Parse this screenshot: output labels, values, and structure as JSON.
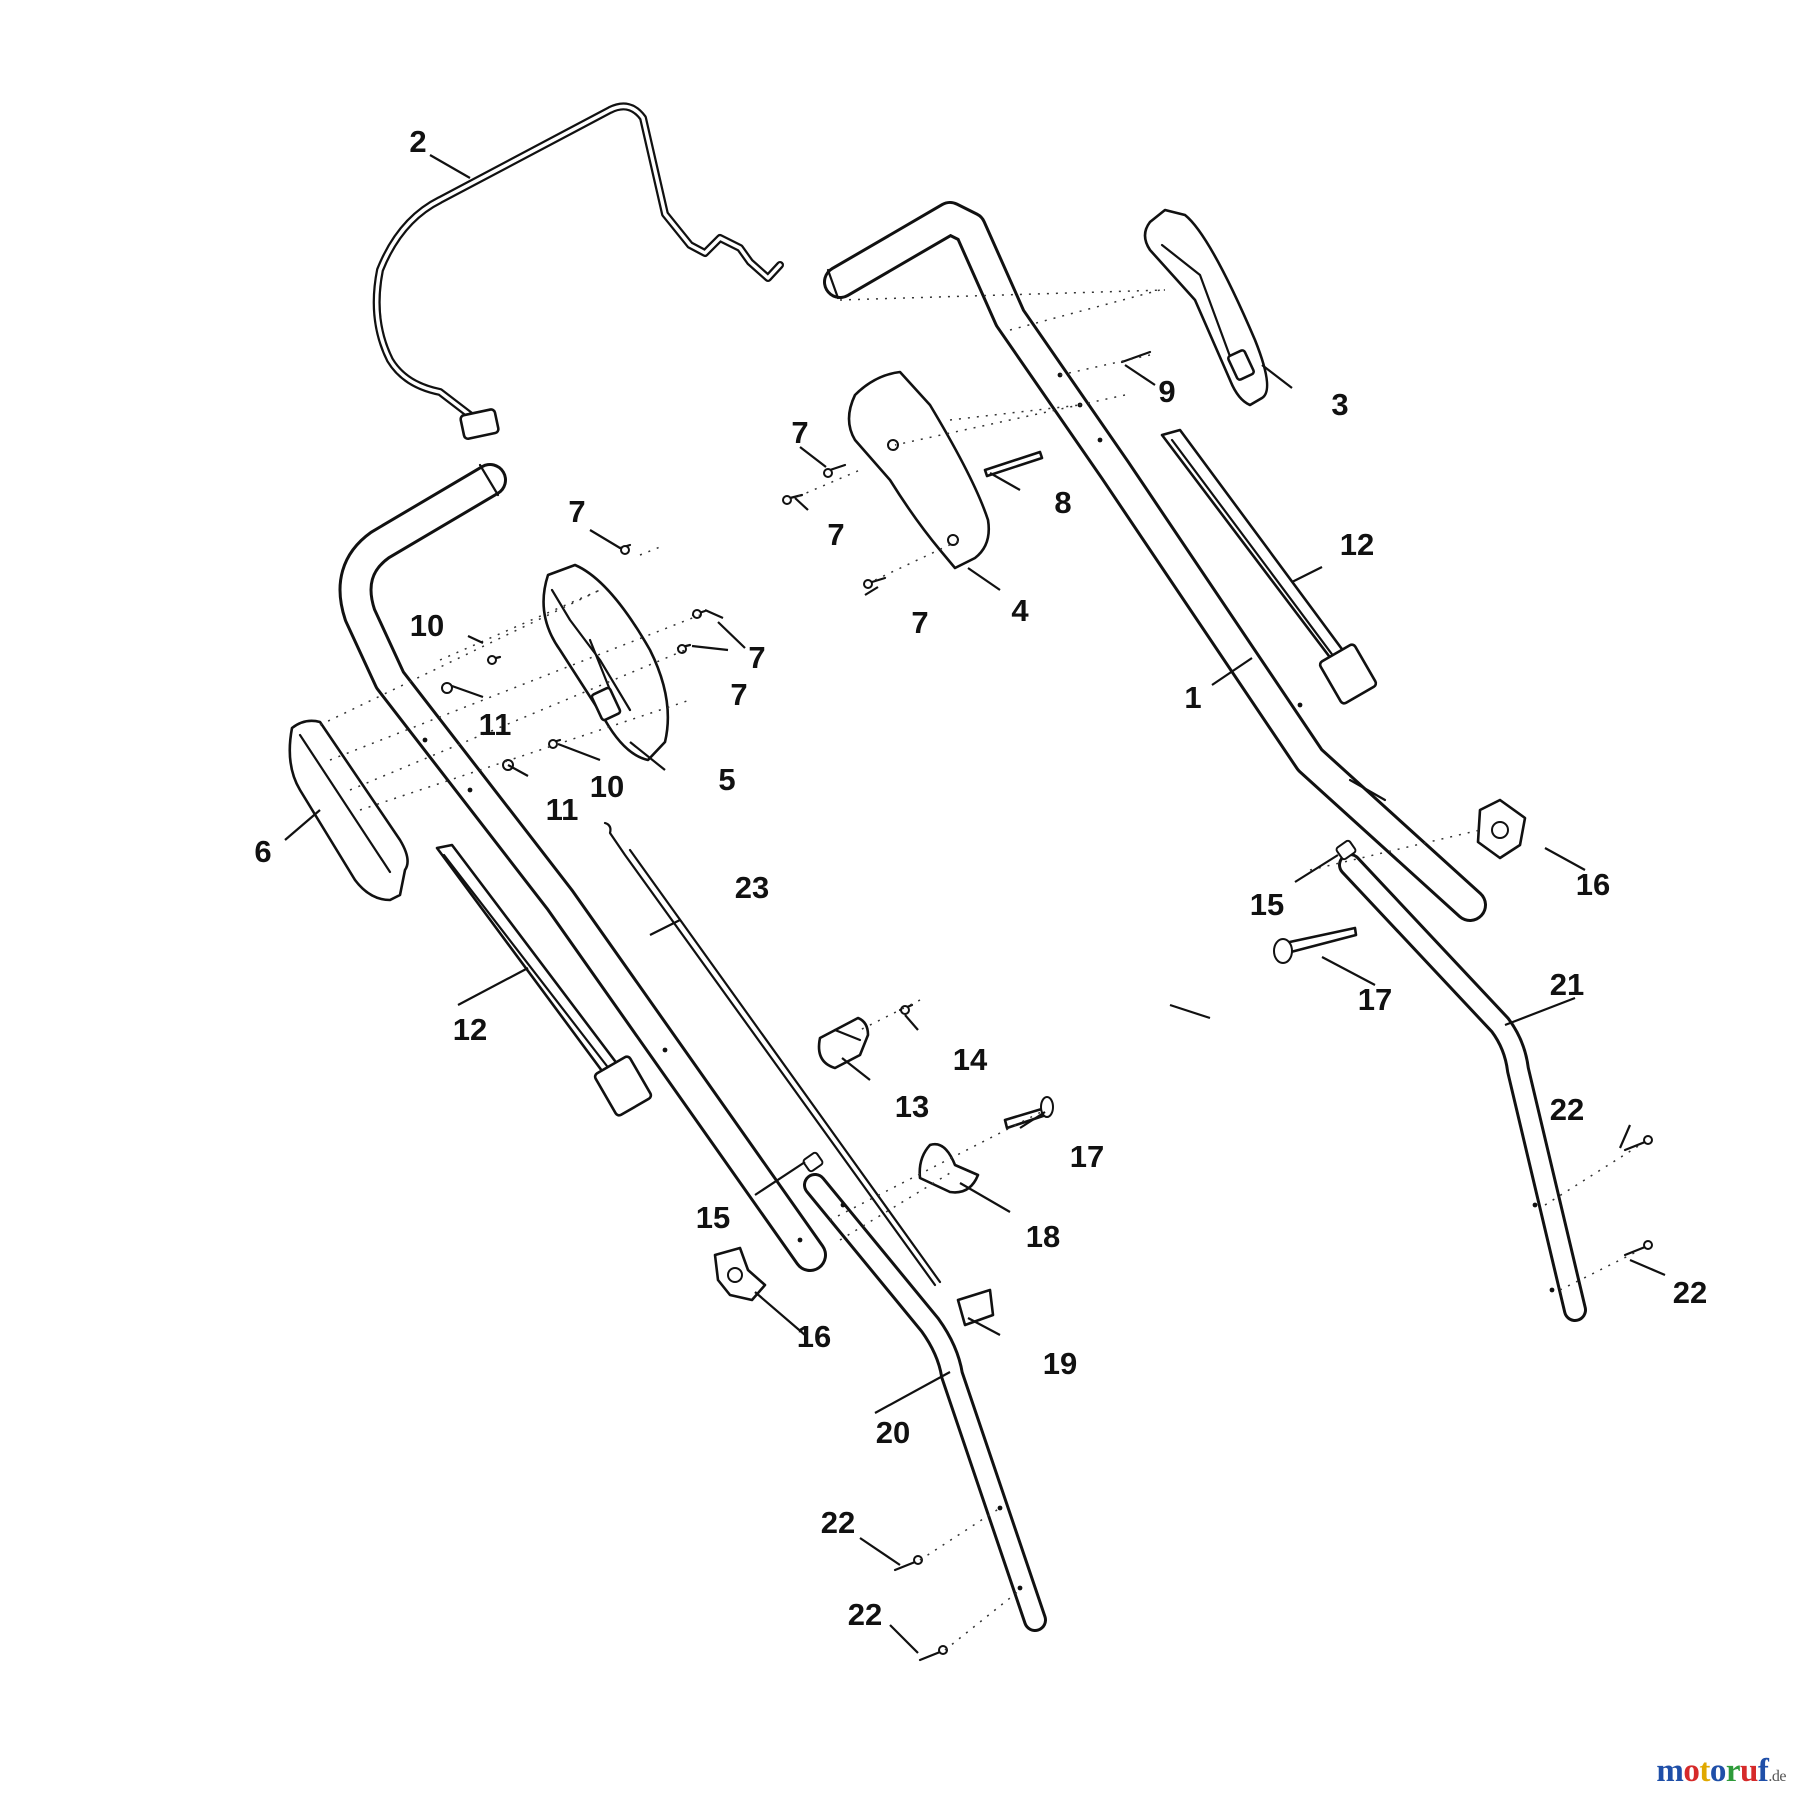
{
  "diagram": {
    "labels": [
      {
        "text": "1"
      },
      {
        "text": "2"
      },
      {
        "text": "3"
      },
      {
        "text": "4"
      },
      {
        "text": "5"
      },
      {
        "text": "6"
      },
      {
        "text": "7"
      },
      {
        "text": "7"
      },
      {
        "text": "7"
      },
      {
        "text": "7"
      },
      {
        "text": "7"
      },
      {
        "text": "7"
      },
      {
        "text": "8"
      },
      {
        "text": "9"
      },
      {
        "text": "10"
      },
      {
        "text": "10"
      },
      {
        "text": "11"
      },
      {
        "text": "11"
      },
      {
        "text": "12"
      },
      {
        "text": "12"
      },
      {
        "text": "13"
      },
      {
        "text": "14"
      },
      {
        "text": "15"
      },
      {
        "text": "15"
      },
      {
        "text": "16"
      },
      {
        "text": "16"
      },
      {
        "text": "17"
      },
      {
        "text": "17"
      },
      {
        "text": "18"
      },
      {
        "text": "19"
      },
      {
        "text": "20"
      },
      {
        "text": "21"
      },
      {
        "text": "22"
      },
      {
        "text": "22"
      },
      {
        "text": "22"
      },
      {
        "text": "22"
      },
      {
        "text": "23"
      }
    ]
  },
  "watermark": {
    "letters": [
      "m",
      "o",
      "t",
      "o",
      "r",
      "u",
      "f"
    ],
    "colors": [
      "#1f4fa8",
      "#d62a2a",
      "#e0a800",
      "#1f4fa8",
      "#2e9b3a",
      "#d62a2a",
      "#1f4fa8"
    ],
    "tld": ".de"
  }
}
